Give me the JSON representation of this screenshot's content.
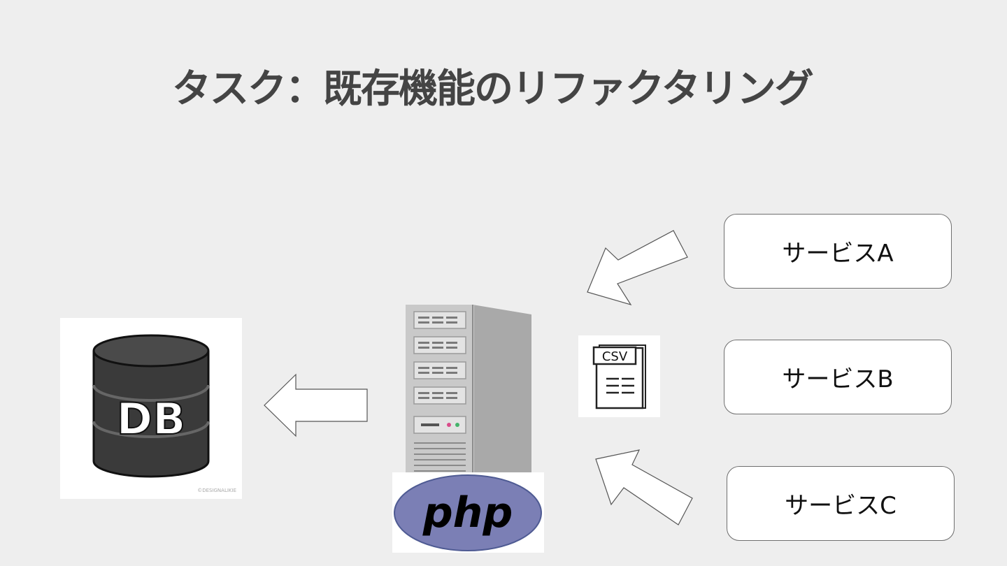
{
  "slide": {
    "title": "タスク：既存機能のリファクタリング"
  },
  "services": [
    {
      "label": "サービスA"
    },
    {
      "label": "サービスB"
    },
    {
      "label": "サービスC"
    }
  ],
  "db": {
    "label": "DB",
    "copyright": "©DESIGNALIKIE"
  },
  "csv": {
    "label": "CSV"
  },
  "php": {
    "label": "php"
  },
  "colors": {
    "background": "#eeeeee",
    "title": "#444444",
    "box_border": "#6f6f6f",
    "db_body": "#3a3a3a",
    "php_oval": "#7b7fb5",
    "server": "#c9c9c9"
  }
}
